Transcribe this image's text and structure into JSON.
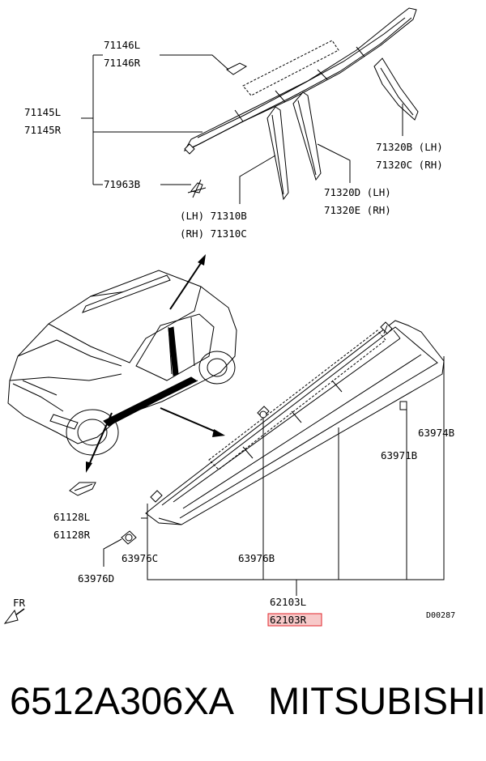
{
  "parts": {
    "p71146": [
      "71146L",
      "71146R"
    ],
    "p71145": [
      "71145L",
      "71145R"
    ],
    "p71963": "71963B",
    "p71310": [
      "(LH) 71310B",
      "(RH) 71310C"
    ],
    "p71320bc": [
      "71320B (LH)",
      "71320C (RH)"
    ],
    "p71320de": [
      "71320D (LH)",
      "71320E (RH)"
    ],
    "p63974": "63974B",
    "p63971": "63971B",
    "p61128": [
      "61128L",
      "61128R"
    ],
    "p63976c": "63976C",
    "p63976b": "63976B",
    "p63976d": "63976D",
    "p62103": [
      "62103L",
      "62103R"
    ]
  },
  "fr_label": "FR",
  "diagram_ref": "D00287",
  "caption": {
    "part_number": "6512A306XA",
    "brand": "MITSUBISHI"
  },
  "colors": {
    "highlight": "#e0262b",
    "highlight_fill": "#f7c9c9"
  }
}
